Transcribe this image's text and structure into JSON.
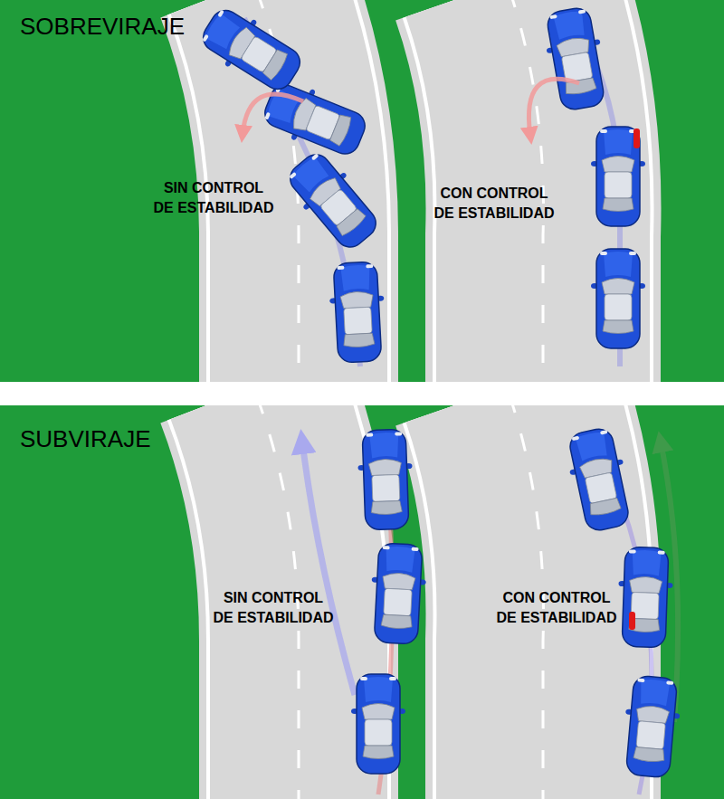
{
  "diagram": {
    "labels": [
      "SOBREVIRAJE",
      "SIN CONTROL DE ESTABILIDAD",
      "CON CONTROL DE ESTABILIDAD",
      "SUBVIRAJE",
      "SIN CONTROL DE ESTABILIDAD",
      "CON CONTROL DE ESTABILIDAD"
    ]
  }
}
